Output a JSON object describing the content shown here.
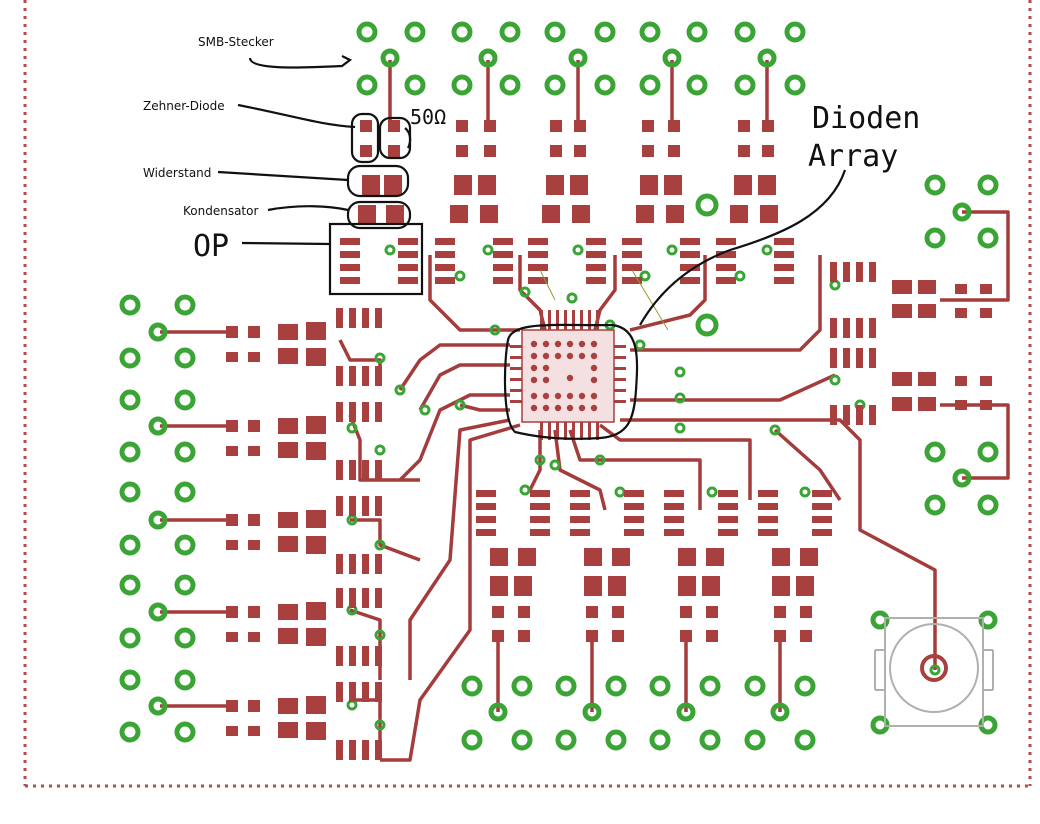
{
  "labels": {
    "smb": "SMB-Stecker",
    "zener": "Zehner-Diode",
    "resistor": "Widerstand",
    "capacitor": "Kondensator",
    "op": "OP",
    "ohm": "50Ω",
    "dioden": "Dioden",
    "array": "Array"
  },
  "colors": {
    "trace": "#a53c3c",
    "pad": "#a84040",
    "via_ring": "#3aa535",
    "border": "#b84a4a",
    "outline": "#b0b0b0",
    "annotation": "#111111",
    "background": "#ffffff"
  }
}
